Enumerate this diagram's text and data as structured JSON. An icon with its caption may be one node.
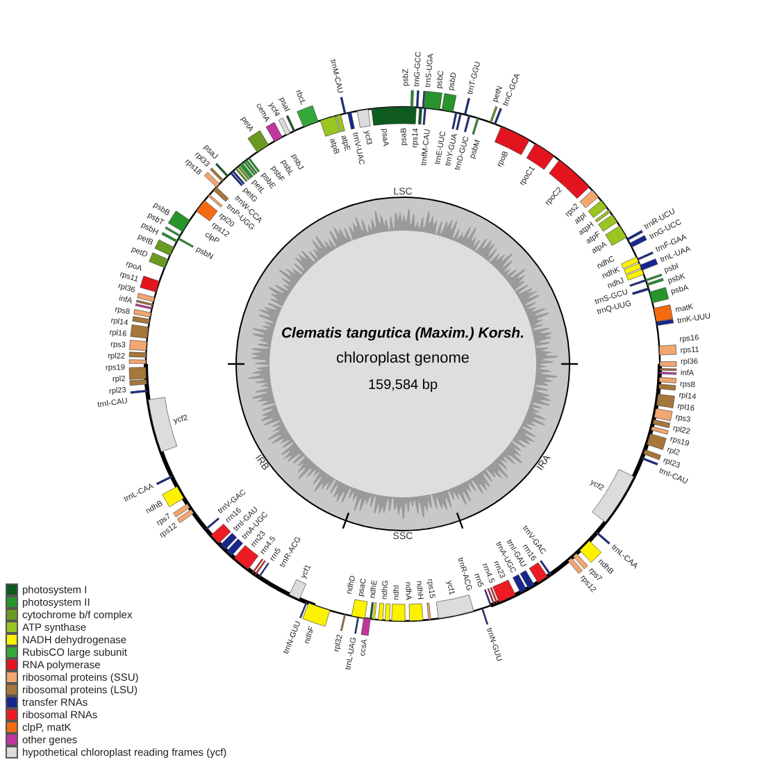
{
  "diagram": {
    "title": "Clematis tangutica (Maxim.) Korsh.",
    "labels": [
      "LSC",
      "IRA",
      "SSC",
      "IRB",
      "chloroplast genome",
      "159,584 bp",
      "psbZ",
      "trnG-GCC",
      "psbC",
      "psbD",
      "trnT-GGU",
      "trnE-UUC",
      "trnY-GUA",
      "trnD-GUC",
      "psbM",
      "petN",
      "trnC-GCA",
      "rpoB",
      "rpoC1",
      "rpoC2",
      "rps2",
      "atpI",
      "atpH",
      "atpF",
      "atpA",
      "trnR-UCU",
      "trnG-UCC",
      "ndhC",
      "ndhK",
      "ndhJ",
      "trnF-GAA",
      "trnL-UAA",
      "psbI",
      "psbK",
      "trnS-GCU",
      "trnQ-UUG",
      "psbA",
      "matK",
      "trnK-UUU",
      "rps16",
      "rps11",
      "rpl36",
      "infA",
      "rps8",
      "rpl14",
      "rpl16",
      "rps3",
      "rpl22",
      "rps19",
      "rpl2",
      "rpl23",
      "trnI-CAU",
      "ycf2",
      "trnL-CAA",
      "ndhB",
      "rps7",
      "rps12",
      "trnV-GAC",
      "rrn16",
      "trnI-GAU",
      "trnA-UGC",
      "rrn23",
      "rrn4.5",
      "rrn5",
      "trnR-ACG",
      "trnN-GUU",
      "ycf1",
      "rps15",
      "ndhH",
      "ndhA",
      "ndhI",
      "ndhG",
      "ndhE",
      "psaC",
      "ndhD",
      "ccsA",
      "trnL-UAG",
      "rpl32",
      "ndhF",
      "ycf1",
      "trnN-GUU",
      "trnR-ACG",
      "rrn5",
      "rrn4.5",
      "rrn23",
      "trnA-UGC",
      "trnI-GAU",
      "rrn16",
      "trnV-GAC",
      "rps12",
      "rps7",
      "ndhB",
      "trnL-CAA",
      "ycf2",
      "trnI-CAU",
      "rpl23",
      "rpl2",
      "rps19",
      "rpl22",
      "rps3",
      "rpl16",
      "rpl14",
      "rps8",
      "infA",
      "rpl36",
      "rps11",
      "rpoA",
      "petD",
      "petB",
      "psbH",
      "psbN",
      "psbT",
      "psbB",
      "clpP",
      "rps12",
      "rpl20",
      "rps18",
      "rpl33",
      "psaJ",
      "trnP-UGG",
      "trnW-CCA",
      "petG",
      "petL",
      "psbE",
      "psbF",
      "psbL",
      "psbJ",
      "petA",
      "cemA",
      "ycf4",
      "psaI",
      "rbcL",
      "atpB",
      "atpE",
      "trnM-CAU",
      "trnV-UAC",
      "ycf3",
      "psaA",
      "psaB",
      "rps14",
      "trnfM-CAU",
      "trnS-UGA"
    ],
    "legend": [
      {
        "text": "photosystem I",
        "color": "#0d5b1f"
      },
      {
        "text": "photosystem II",
        "color": "#27942c"
      },
      {
        "text": "cytochrome b/f complex",
        "color": "#6b9a22"
      },
      {
        "text": "ATP synthase",
        "color": "#9ac621"
      },
      {
        "text": "NADH dehydrogenase",
        "color": "#fef200"
      },
      {
        "text": "RubisCO large subunit",
        "color": "#35a83b"
      },
      {
        "text": "RNA polymerase",
        "color": "#e2151e"
      },
      {
        "text": "ribosomal proteins (SSU)",
        "color": "#f2a771"
      },
      {
        "text": "ribosomal proteins (LSU)",
        "color": "#a6773a"
      },
      {
        "text": "transfer RNAs",
        "color": "#17278c"
      },
      {
        "text": "ribosomal RNAs",
        "color": "#ed1c24"
      },
      {
        "text": "clpP, matK",
        "color": "#f46b12"
      },
      {
        "text": "other genes",
        "color": "#c1359f"
      },
      {
        "text": "hypothetical chloroplast reading frames (ycf)",
        "color": "#dcdcdc"
      }
    ]
  }
}
